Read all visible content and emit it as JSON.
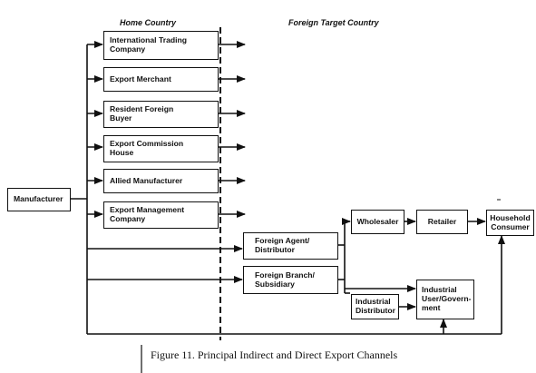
{
  "headings": {
    "home_country": "Home Country",
    "foreign_country": "Foreign Target Country"
  },
  "nodes": {
    "manufacturer": "Manufacturer",
    "international_trading_company": "International Trading Company",
    "export_merchant": "Export Merchant",
    "resident_foreign_buyer": "Resident Foreign Buyer",
    "export_commission_house": "Export Commission House",
    "allied_manufacturer": "Allied Manufacturer",
    "export_management_company": "Export Management Company",
    "foreign_agent_distributor": "Foreign Agent/ Distributor",
    "foreign_branch_subsidiary": "Foreign Branch/ Subsidiary",
    "wholesaler": "Wholesaler",
    "retailer": "Retailer",
    "household_consumer": "Household Consumer",
    "industrial_distributor": "Industrial Distributor",
    "industrial_user_government": "Industrial User/Govern- ment"
  },
  "caption": "Figure 11. Principal Indirect and Direct Export Channels"
}
